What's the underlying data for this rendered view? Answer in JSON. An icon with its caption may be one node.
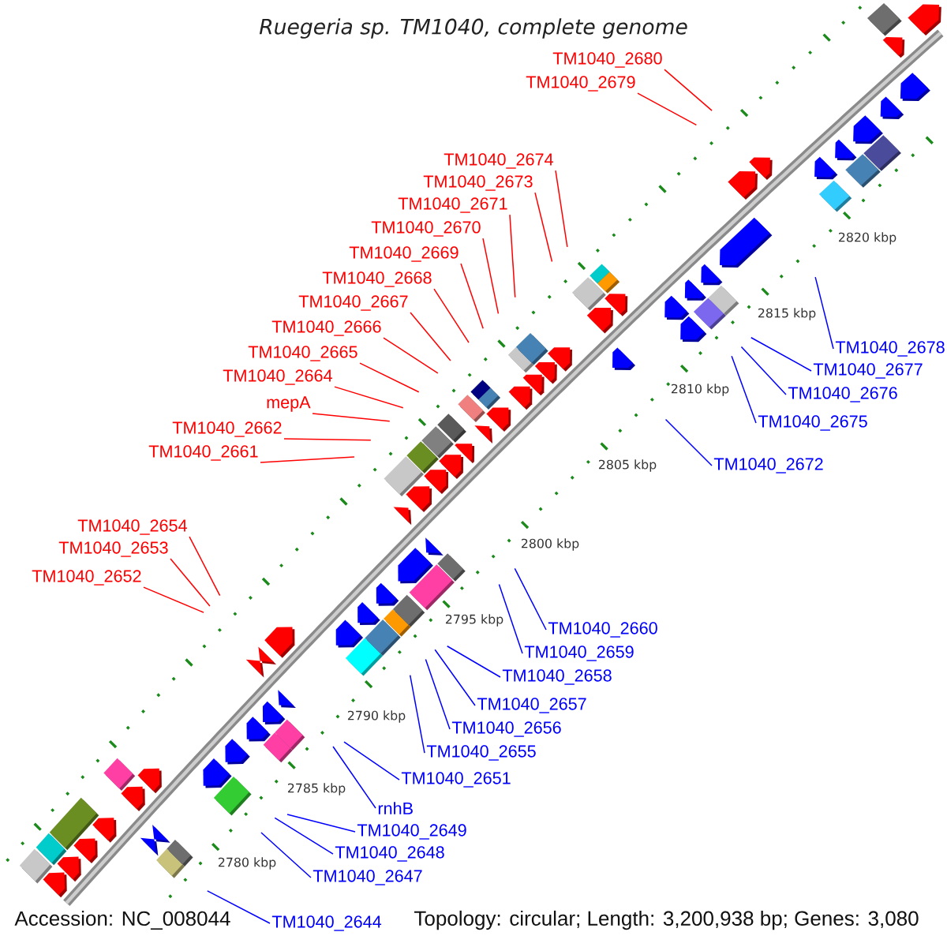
{
  "diagram": {
    "title": "Ruegeria sp. TM1040, complete genome",
    "nodes": [
      {
        "text": [
          "TM1040_2680"
        ]
      },
      {
        "text": [
          "TM1040_2679"
        ]
      },
      {
        "text": [
          "TM1040_2674"
        ]
      },
      {
        "text": [
          "TM1040_2673"
        ]
      },
      {
        "text": [
          "TM1040_2671"
        ]
      },
      {
        "text": [
          "TM1040_2670"
        ]
      },
      {
        "text": [
          "TM1040_2669"
        ]
      },
      {
        "text": [
          "TM1040_2668"
        ]
      },
      {
        "text": [
          "TM1040_2667"
        ]
      },
      {
        "text": [
          "TM1040_2666"
        ]
      },
      {
        "text": [
          "TM1040_2678"
        ]
      },
      {
        "text": [
          "TM1040_2665"
        ]
      },
      {
        "text": [
          "TM1040_2677"
        ]
      },
      {
        "text": [
          "TM1040_2664"
        ]
      },
      {
        "text": [
          "TM1040_2676"
        ]
      },
      {
        "text": [
          "mepA"
        ]
      },
      {
        "text": [
          "TM1040_2675"
        ]
      },
      {
        "text": [
          "TM1040_2662"
        ]
      },
      {
        "text": [
          "TM1040_2661"
        ]
      },
      {
        "text": [
          "TM1040_2672"
        ]
      },
      {
        "text": [
          "TM1040_2654"
        ]
      },
      {
        "text": [
          "TM1040_2653"
        ]
      },
      {
        "text": [
          "TM1040_2652"
        ]
      },
      {
        "text": [
          "TM1040_2660"
        ]
      },
      {
        "text": [
          "TM1040_2659"
        ]
      },
      {
        "text": [
          "TM1040_2658"
        ]
      },
      {
        "text": [
          "TM1040_2657"
        ]
      },
      {
        "text": [
          "TM1040_2656"
        ]
      },
      {
        "text": [
          "TM1040_2655"
        ]
      },
      {
        "text": [
          "TM1040_2651"
        ]
      },
      {
        "text": [
          "rnhB"
        ]
      },
      {
        "text": [
          "TM1040_2649"
        ]
      },
      {
        "text": [
          "TM1040_2648"
        ]
      },
      {
        "text": [
          "TM1040_2647"
        ]
      },
      {
        "text": [
          "TM1040_2644"
        ]
      }
    ],
    "edges": [
      {
        "from": 0,
        "to": null,
        "arrow": "none"
      },
      {
        "from": 1,
        "to": null,
        "arrow": "none"
      },
      {
        "from": 2,
        "to": null,
        "arrow": "none"
      },
      {
        "from": 3,
        "to": null,
        "arrow": "none"
      },
      {
        "from": 4,
        "to": null,
        "arrow": "none"
      },
      {
        "from": 5,
        "to": null,
        "arrow": "none"
      },
      {
        "from": 6,
        "to": null,
        "arrow": "none"
      },
      {
        "from": 7,
        "to": null,
        "arrow": "none"
      },
      {
        "from": 8,
        "to": null,
        "arrow": "none"
      },
      {
        "from": 9,
        "to": null,
        "arrow": "none"
      },
      {
        "from": 10,
        "to": null,
        "arrow": "none",
        "color": "#0000ff"
      },
      {
        "from": 11,
        "to": null,
        "arrow": "none"
      },
      {
        "from": 12,
        "to": null,
        "arrow": "none",
        "color": "#0000ff"
      },
      {
        "from": 13,
        "to": null,
        "arrow": "none"
      },
      {
        "from": 14,
        "to": null,
        "arrow": "none",
        "color": "#0000ff"
      },
      {
        "from": 15,
        "to": null,
        "arrow": "none"
      },
      {
        "from": 16,
        "to": null,
        "arrow": "none",
        "color": "#0000ff"
      },
      {
        "from": 17,
        "to": null,
        "arrow": "none"
      },
      {
        "from": 18,
        "to": null,
        "arrow": "none"
      },
      {
        "from": 19,
        "to": null,
        "arrow": "none",
        "color": "#0000ff"
      },
      {
        "from": 20,
        "to": null,
        "arrow": "none"
      },
      {
        "from": 21,
        "to": null,
        "arrow": "none"
      },
      {
        "from": 22,
        "to": null,
        "arrow": "none"
      },
      {
        "from": 23,
        "to": null,
        "arrow": "none",
        "color": "#0000ff"
      },
      {
        "from": 24,
        "to": null,
        "arrow": "none",
        "color": "#0000ff"
      },
      {
        "from": 25,
        "to": null,
        "arrow": "none",
        "color": "#0000ff"
      },
      {
        "from": 26,
        "to": null,
        "arrow": "none",
        "color": "#0000ff"
      },
      {
        "from": 27,
        "to": null,
        "arrow": "none",
        "color": "#0000ff"
      },
      {
        "from": 28,
        "to": null,
        "arrow": "none",
        "color": "#0000ff"
      },
      {
        "from": 29,
        "to": null,
        "arrow": "none",
        "color": "#0000ff"
      },
      {
        "from": 30,
        "to": null,
        "arrow": "none",
        "color": "#0000ff"
      },
      {
        "from": 31,
        "to": null,
        "arrow": "none",
        "color": "#0000ff"
      },
      {
        "from": 32,
        "to": null,
        "arrow": "none",
        "color": "#0000ff"
      },
      {
        "from": 33,
        "to": null,
        "arrow": "none",
        "color": "#0000ff"
      },
      {
        "from": 34,
        "to": null,
        "arrow": "none",
        "color": "#0000ff"
      }
    ],
    "labels": [
      "2820 kbp",
      "2815 kbp",
      "2810 kbp",
      "2805 kbp",
      "2800 kbp",
      "2795 kbp",
      "2790 kbp",
      "2785 kbp",
      "2780 kbp",
      "Accession: NC_008044",
      "Topology: circular; Length: 3,200,938 bp; Genes: 3,080"
    ]
  }
}
